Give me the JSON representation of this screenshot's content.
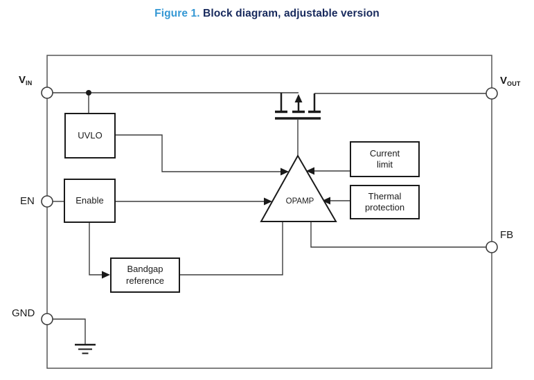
{
  "title": {
    "figure_label": "Figure 1.",
    "figure_text": " Block diagram, adjustable version"
  },
  "colors": {
    "figure_label_blue": "#3598d4",
    "figure_title_navy": "#17295c",
    "wire": "#3c3c3c",
    "outline": "#555555",
    "block_border": "#1a1a1a"
  },
  "pins": {
    "vin": {
      "main": "V",
      "sub": "IN"
    },
    "vout": {
      "main": "V",
      "sub": "OUT"
    },
    "en": "EN",
    "gnd": "GND",
    "fb": "FB"
  },
  "blocks": {
    "uvlo": "UVLO",
    "enable": "Enable",
    "bandgap": "Bandgap reference",
    "current_limit": "Current limit",
    "thermal": "Thermal protection",
    "opamp": "OPAMP"
  }
}
